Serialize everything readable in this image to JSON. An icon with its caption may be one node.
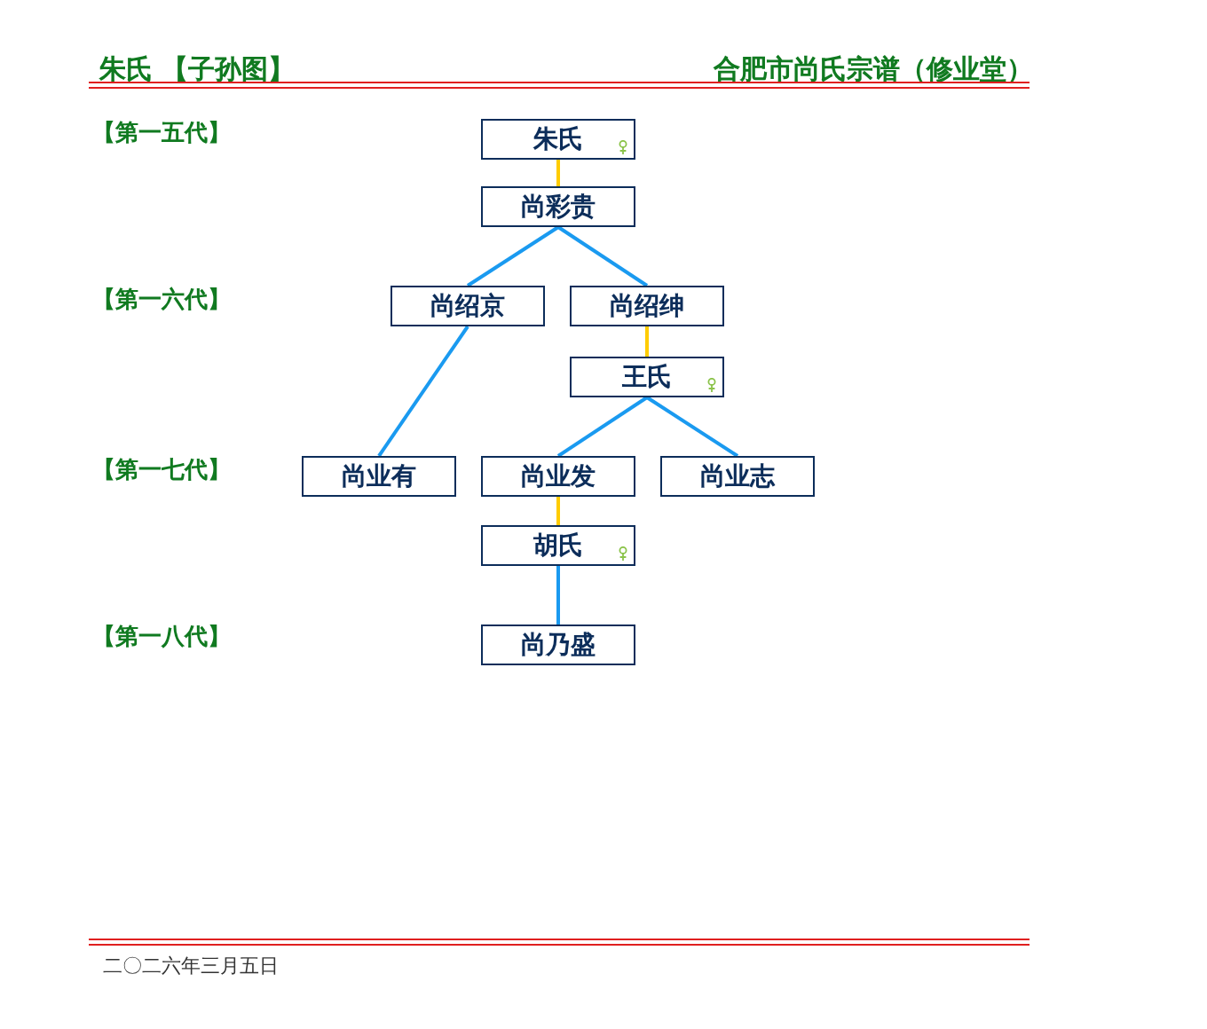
{
  "diagram": {
    "title": "朱氏 【子孙图】",
    "nodes": [
      {
        "text": [
          "朱氏"
        ]
      },
      {
        "text": [
          "尚彩贵"
        ]
      },
      {
        "text": [
          "尚绍京"
        ]
      },
      {
        "text": [
          "尚绍绅"
        ]
      },
      {
        "text": [
          "王氏"
        ]
      },
      {
        "text": [
          "尚业有"
        ]
      },
      {
        "text": [
          "尚业发"
        ]
      },
      {
        "text": [
          "尚业志"
        ]
      },
      {
        "text": [
          "胡氏"
        ]
      },
      {
        "text": [
          "尚乃盛"
        ]
      }
    ],
    "edges": [
      {
        "from": 0,
        "to": 1,
        "arrow": "none",
        "color": "#ffcc00"
      },
      {
        "from": 1,
        "to": 2,
        "arrow": "none"
      },
      {
        "from": 1,
        "to": 3,
        "arrow": "none"
      },
      {
        "from": 3,
        "to": 4,
        "arrow": "none",
        "color": "#ffcc00"
      },
      {
        "from": 2,
        "to": 5,
        "arrow": "none"
      },
      {
        "from": 4,
        "to": 6,
        "arrow": "none"
      },
      {
        "from": 4,
        "to": 7,
        "arrow": "none"
      },
      {
        "from": 6,
        "to": 8,
        "arrow": "none",
        "color": "#ffcc00"
      },
      {
        "from": 8,
        "to": 9,
        "arrow": "none"
      }
    ],
    "labels": [
      "合肥市尚氏宗谱（修业堂）",
      "【第一五代】",
      "【第一六代】",
      "【第一七代】",
      "【第一八代】",
      "二〇二六年三月五日"
    ]
  }
}
